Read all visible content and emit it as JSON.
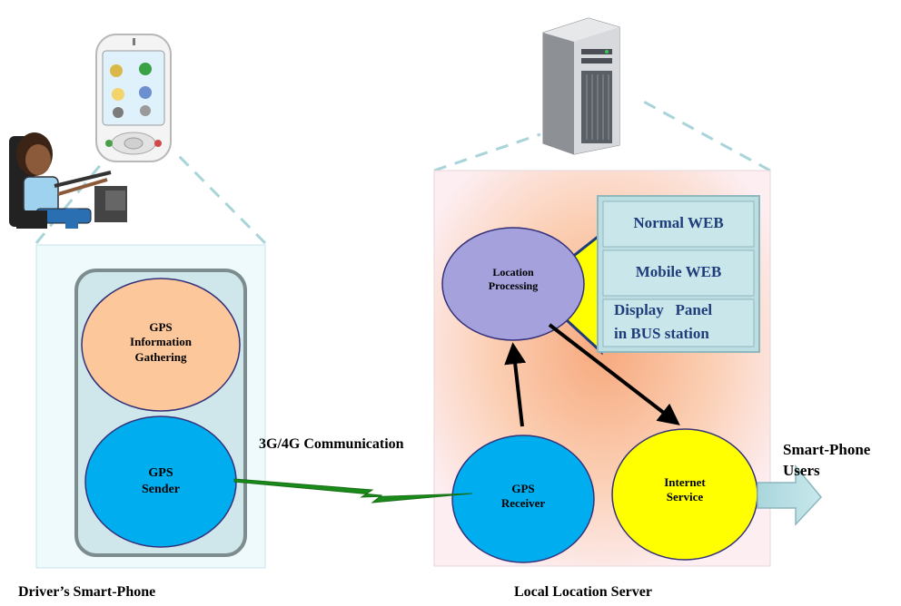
{
  "colors": {
    "driver_panel_bg": "#eefafb",
    "driver_inner_box": "#cfe7ea",
    "gps_info_node": "#fbc79b",
    "gps_node": "#00aeef",
    "location_node": "#a4a1dc",
    "internet_node": "#ffff00",
    "web_box": "#c9e7ea",
    "web_text": "#1f3d7a",
    "link_green": "#1a8a1a",
    "dashed_line": "#a8d4da"
  },
  "icons": {
    "driver": "driver-at-desk-icon",
    "phone": "smartphone-icon",
    "server": "server-tower-icon",
    "users_arrow": "arrow-right-icon"
  },
  "driver_phone": {
    "caption": "Driver’s Smart-Phone",
    "gps_info": [
      "GPS",
      "Information",
      "Gathering"
    ],
    "gps_sender": [
      "GPS",
      "Sender"
    ]
  },
  "link": {
    "label": "3G/4G Communication"
  },
  "server": {
    "caption": "Local Location Server",
    "location_processing": [
      "Location",
      "Processing"
    ],
    "gps_receiver": [
      "GPS",
      "Receiver"
    ],
    "internet_service": [
      "Internet",
      "Service"
    ],
    "outputs": {
      "normal_web": "Normal WEB",
      "mobile_web": "Mobile WEB",
      "display_panel_line1": "Display   Panel",
      "display_panel_line2": "in BUS station"
    }
  },
  "users": {
    "label_line1": "Smart-Phone",
    "label_line2": "Users"
  }
}
